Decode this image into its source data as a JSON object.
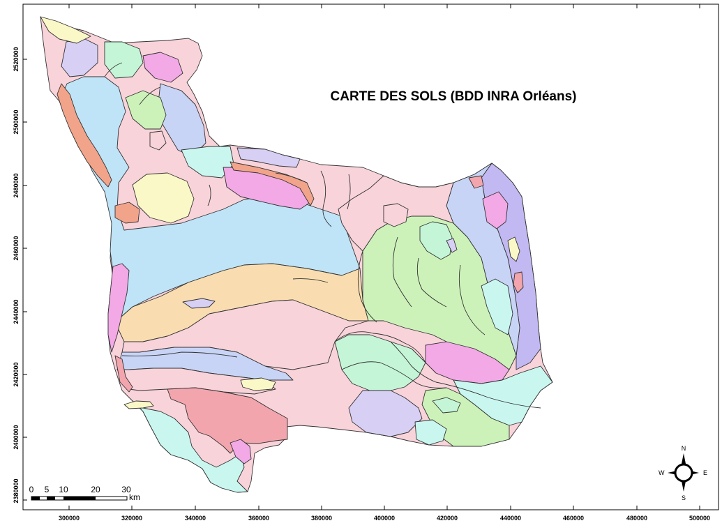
{
  "map": {
    "title": "CARTE DES SOLS (BDD INRA Orléans)",
    "x_ticks": [
      "300000",
      "320000",
      "340000",
      "360000",
      "380000",
      "400000",
      "420000",
      "440000",
      "460000",
      "480000",
      "500000"
    ],
    "y_ticks": [
      "2520000",
      "2500000",
      "2480000",
      "2460000",
      "2440000",
      "2420000",
      "2400000",
      "2380000"
    ],
    "scale_bar": {
      "labels": [
        "0",
        "5",
        "10",
        "20",
        "30"
      ],
      "unit": "km"
    },
    "compass": {
      "north": "N",
      "south": "S",
      "east": "E",
      "west": "W"
    },
    "colors": {
      "sky_blue": "#bfe3f7",
      "peach": "#f9ddb0",
      "pink": "#f8d3da",
      "salmon": "#f3a5ad",
      "lavender": "#d7cff4",
      "magenta": "#f2a9e6",
      "mint": "#c4f5d7",
      "pale_yellow": "#fbf8c7",
      "light_green": "#cdf2b9",
      "periwinkle": "#c8d4f6",
      "aqua": "#c9f7f0",
      "violet": "#c2b8f2",
      "orange_red": "#f2a48a"
    }
  }
}
